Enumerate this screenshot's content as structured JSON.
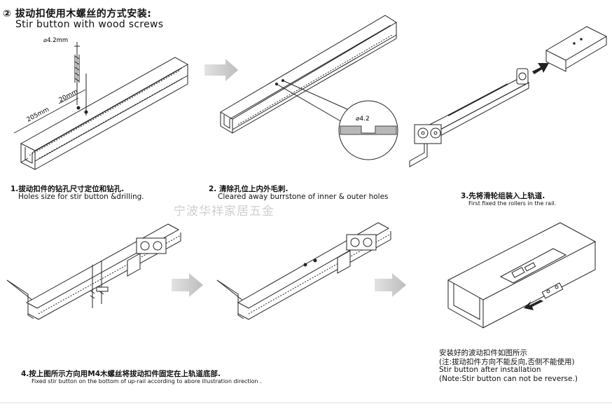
{
  "header": {
    "title_cn": "② 拔动扣使用木螺丝的方式安装:",
    "title_en": "Stir button with wood screws"
  },
  "dimensions": {
    "screw_diameter": "⌀4.2mm",
    "offset_length": "20mm",
    "end_length": "205mm",
    "hole_diameter": "⌀4.2"
  },
  "steps": [
    {
      "cn": "1.拔动扣件的钻孔尺寸定位和钻孔.",
      "en": "Holes size for stir button &drilling."
    },
    {
      "cn": "2. 清除孔位上内外毛刺.",
      "en": "Cleared away burrstone of inner & outer holes"
    },
    {
      "cn": "3.先将滑轮组装入上轨道.",
      "en": "First fixed the rollers in the rail."
    },
    {
      "cn": "4.按上图所示方向用M4木螺丝将拔动扣件固定在上轨道底部.",
      "en": "Fixed stir button on the bottom of up-rail according to abore illustration direction ."
    },
    {
      "cn": "安装好的波动扣件如图所示",
      "cn2": "(注:拔动扣件方向不能反向,否侧不能使用)",
      "en": "Stir button after installation",
      "en2": "(Note:Stir button can not be reverse.)"
    }
  ],
  "watermark": "宁波华祥家居五金",
  "colors": {
    "line": "#222222",
    "arrow": "#c8c8c8",
    "watermark": "#cfcfcf",
    "arrow_dark": "#222222"
  }
}
